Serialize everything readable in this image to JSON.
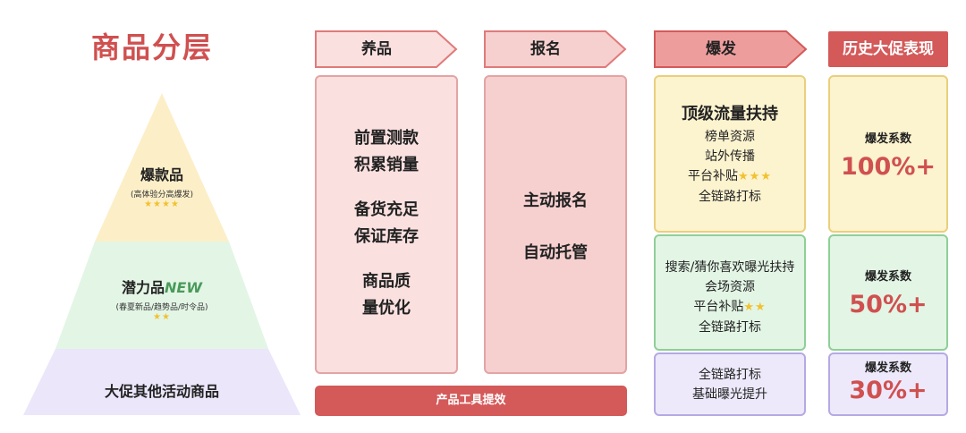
{
  "title": "商品分层",
  "pyramid": {
    "top": {
      "name": "爆款品",
      "sub": "(高体验分高爆发)",
      "stars": "★★★★"
    },
    "middle": {
      "name": "潜力品",
      "tag": "NEW",
      "sub": "(春夏新品/趋势品/时令品)",
      "stars": "★★"
    },
    "bottom": {
      "name": "大促其他活动商品"
    },
    "colors": {
      "top": "#fcefc8",
      "middle": "#e3f5e5",
      "bottom": "#ebe6fa"
    }
  },
  "columns": {
    "yang": {
      "label": "养品",
      "lines": [
        "前置测款",
        "积累销量",
        "",
        "备货充足",
        "保证库存",
        "",
        "商品质",
        "量优化"
      ]
    },
    "baoming": {
      "label": "报名",
      "lines": [
        "主动报名",
        "",
        "自动托管"
      ]
    },
    "baofa": {
      "label": "爆发",
      "cards": [
        {
          "head": "顶级流量扶持",
          "lines": [
            "榜单资源",
            "站外传播",
            "平台补贴",
            "全链路打标"
          ],
          "stars": "★★★"
        },
        {
          "lines": [
            "搜索/猜你喜欢曝光扶持",
            "会场资源",
            "平台补贴",
            "全链路打标"
          ],
          "stars": "★★"
        },
        {
          "lines": [
            "全链路打标",
            "基础曝光提升"
          ]
        }
      ]
    },
    "tools_bar": "产品工具提效"
  },
  "history": {
    "header": "历史大促表现",
    "items": [
      {
        "label": "爆发系数",
        "value": "100%+"
      },
      {
        "label": "爆发系数",
        "value": "50%+"
      },
      {
        "label": "爆发系数",
        "value": "30%+"
      }
    ]
  }
}
